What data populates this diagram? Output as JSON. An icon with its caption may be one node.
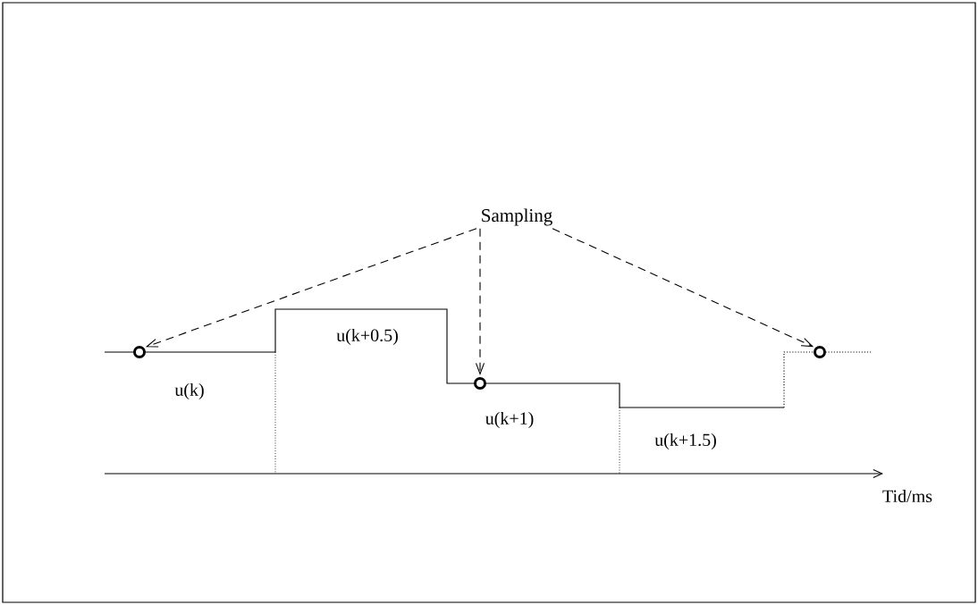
{
  "diagram": {
    "nodes": [
      {
        "text": [
          "Sampling"
        ]
      },
      {
        "text": [],
        "shape": "circle"
      },
      {
        "text": [],
        "shape": "circle"
      },
      {
        "text": [],
        "shape": "circle"
      }
    ],
    "edges": [
      {
        "from": 0,
        "to": 1,
        "arrow": "to",
        "style": "dashed"
      },
      {
        "from": 0,
        "to": 2,
        "arrow": "to",
        "style": "dashed"
      },
      {
        "from": 0,
        "to": 3,
        "arrow": "to",
        "style": "dashed"
      }
    ],
    "labels": [
      "u(k)",
      "u(k+0.5)",
      "u(k+1)",
      "u(k+1.5)",
      "Tid/ms"
    ]
  }
}
